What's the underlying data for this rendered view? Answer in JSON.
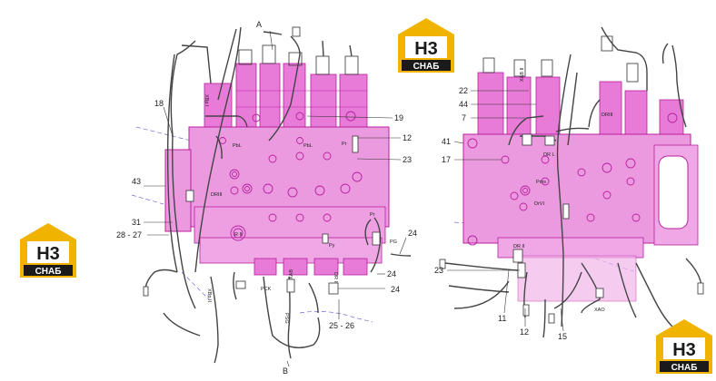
{
  "colors": {
    "body": "#e04cc8",
    "body_dark": "#b8209e",
    "hose": "#444444",
    "leader": "#333333",
    "dash": "#6a6ad8",
    "logo_gold": "#f0b400",
    "logo_black": "#1a1a1a"
  },
  "logo": {
    "mark": "H3",
    "word": "СНАБ"
  },
  "left_view": {
    "section_top": "A",
    "section_bottom": "B",
    "refs": {
      "r18": "18",
      "r19": "19",
      "r12": "12",
      "r23": "23",
      "r43": "43",
      "r31": "31",
      "r2827": "28 - 27",
      "r24a": "24",
      "r24b": "24",
      "r24c": "24",
      "r2526": "25 - 26"
    },
    "ports": {
      "xbp1": "XBp I",
      "pbl1": "PbL",
      "pbl2": "PbL",
      "pr1": "Pr",
      "dr3": "DRIII",
      "r2": "R II",
      "py": "Py",
      "pr2": "Pr",
      "pg": "PG",
      "xbp2": "XBp II",
      "pck": "PCK",
      "xab": "XAB",
      "dr2": "DR II",
      "psg": "PSG"
    }
  },
  "right_view": {
    "refs": {
      "r22": "22",
      "r44": "44",
      "r7": "7",
      "r41": "41",
      "r17": "17",
      "r23": "23",
      "r11": "11",
      "r12": "12",
      "r15": "15"
    },
    "ports": {
      "xab2": "XAB II",
      "dr3": "DRIII",
      "drl": "DR L",
      "pms": "Pms",
      "drvi": "DrVI",
      "dr2": "DR II",
      "xao": "XAO"
    }
  }
}
